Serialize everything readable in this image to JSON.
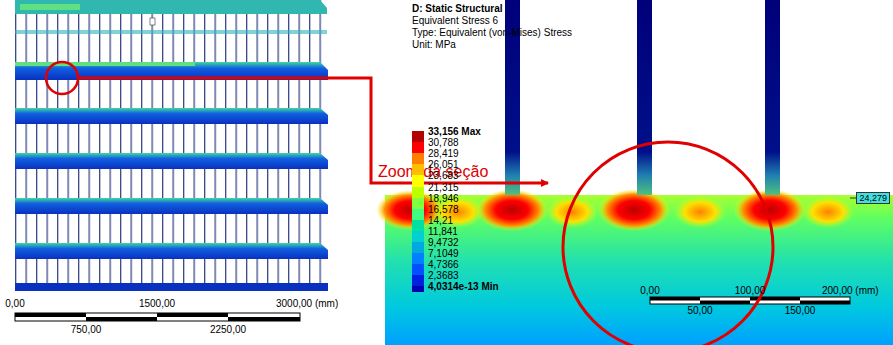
{
  "diagram": {
    "title": "D: Static Structural",
    "labels": [
      "Equivalent Stress 6",
      "Type: Equivalent (von-Mises) Stress",
      "Unit: MPa",
      "0,00",
      "1500,00",
      "3000,00 (mm)",
      "750,00",
      "2250,00",
      "Zoom da seção",
      "24,279",
      "0,00",
      "100,00",
      "200,00 (mm)",
      "50,00",
      "150,00"
    ],
    "legend": [
      {
        "text": "33,156 Max",
        "color": "#b30000"
      },
      {
        "text": "30,788",
        "color": "#ff0000"
      },
      {
        "text": "28,419",
        "color": "#ff8000"
      },
      {
        "text": "26,051",
        "color": "#ffbf00"
      },
      {
        "text": "23,683",
        "color": "#ffff00"
      },
      {
        "text": "21,315",
        "color": "#bfff00"
      },
      {
        "text": "18,946",
        "color": "#80ff40"
      },
      {
        "text": "16,578",
        "color": "#40ff80"
      },
      {
        "text": "14,21",
        "color": "#00e0a0"
      },
      {
        "text": "11,841",
        "color": "#00d0d0"
      },
      {
        "text": "9,4732",
        "color": "#00a8e0"
      },
      {
        "text": "7,1049",
        "color": "#0080ff"
      },
      {
        "text": "4,7366",
        "color": "#0050ff"
      },
      {
        "text": "2,3683",
        "color": "#0020e0"
      },
      {
        "text": "4,0314e-13 Min",
        "color": "#0000b0"
      }
    ]
  }
}
